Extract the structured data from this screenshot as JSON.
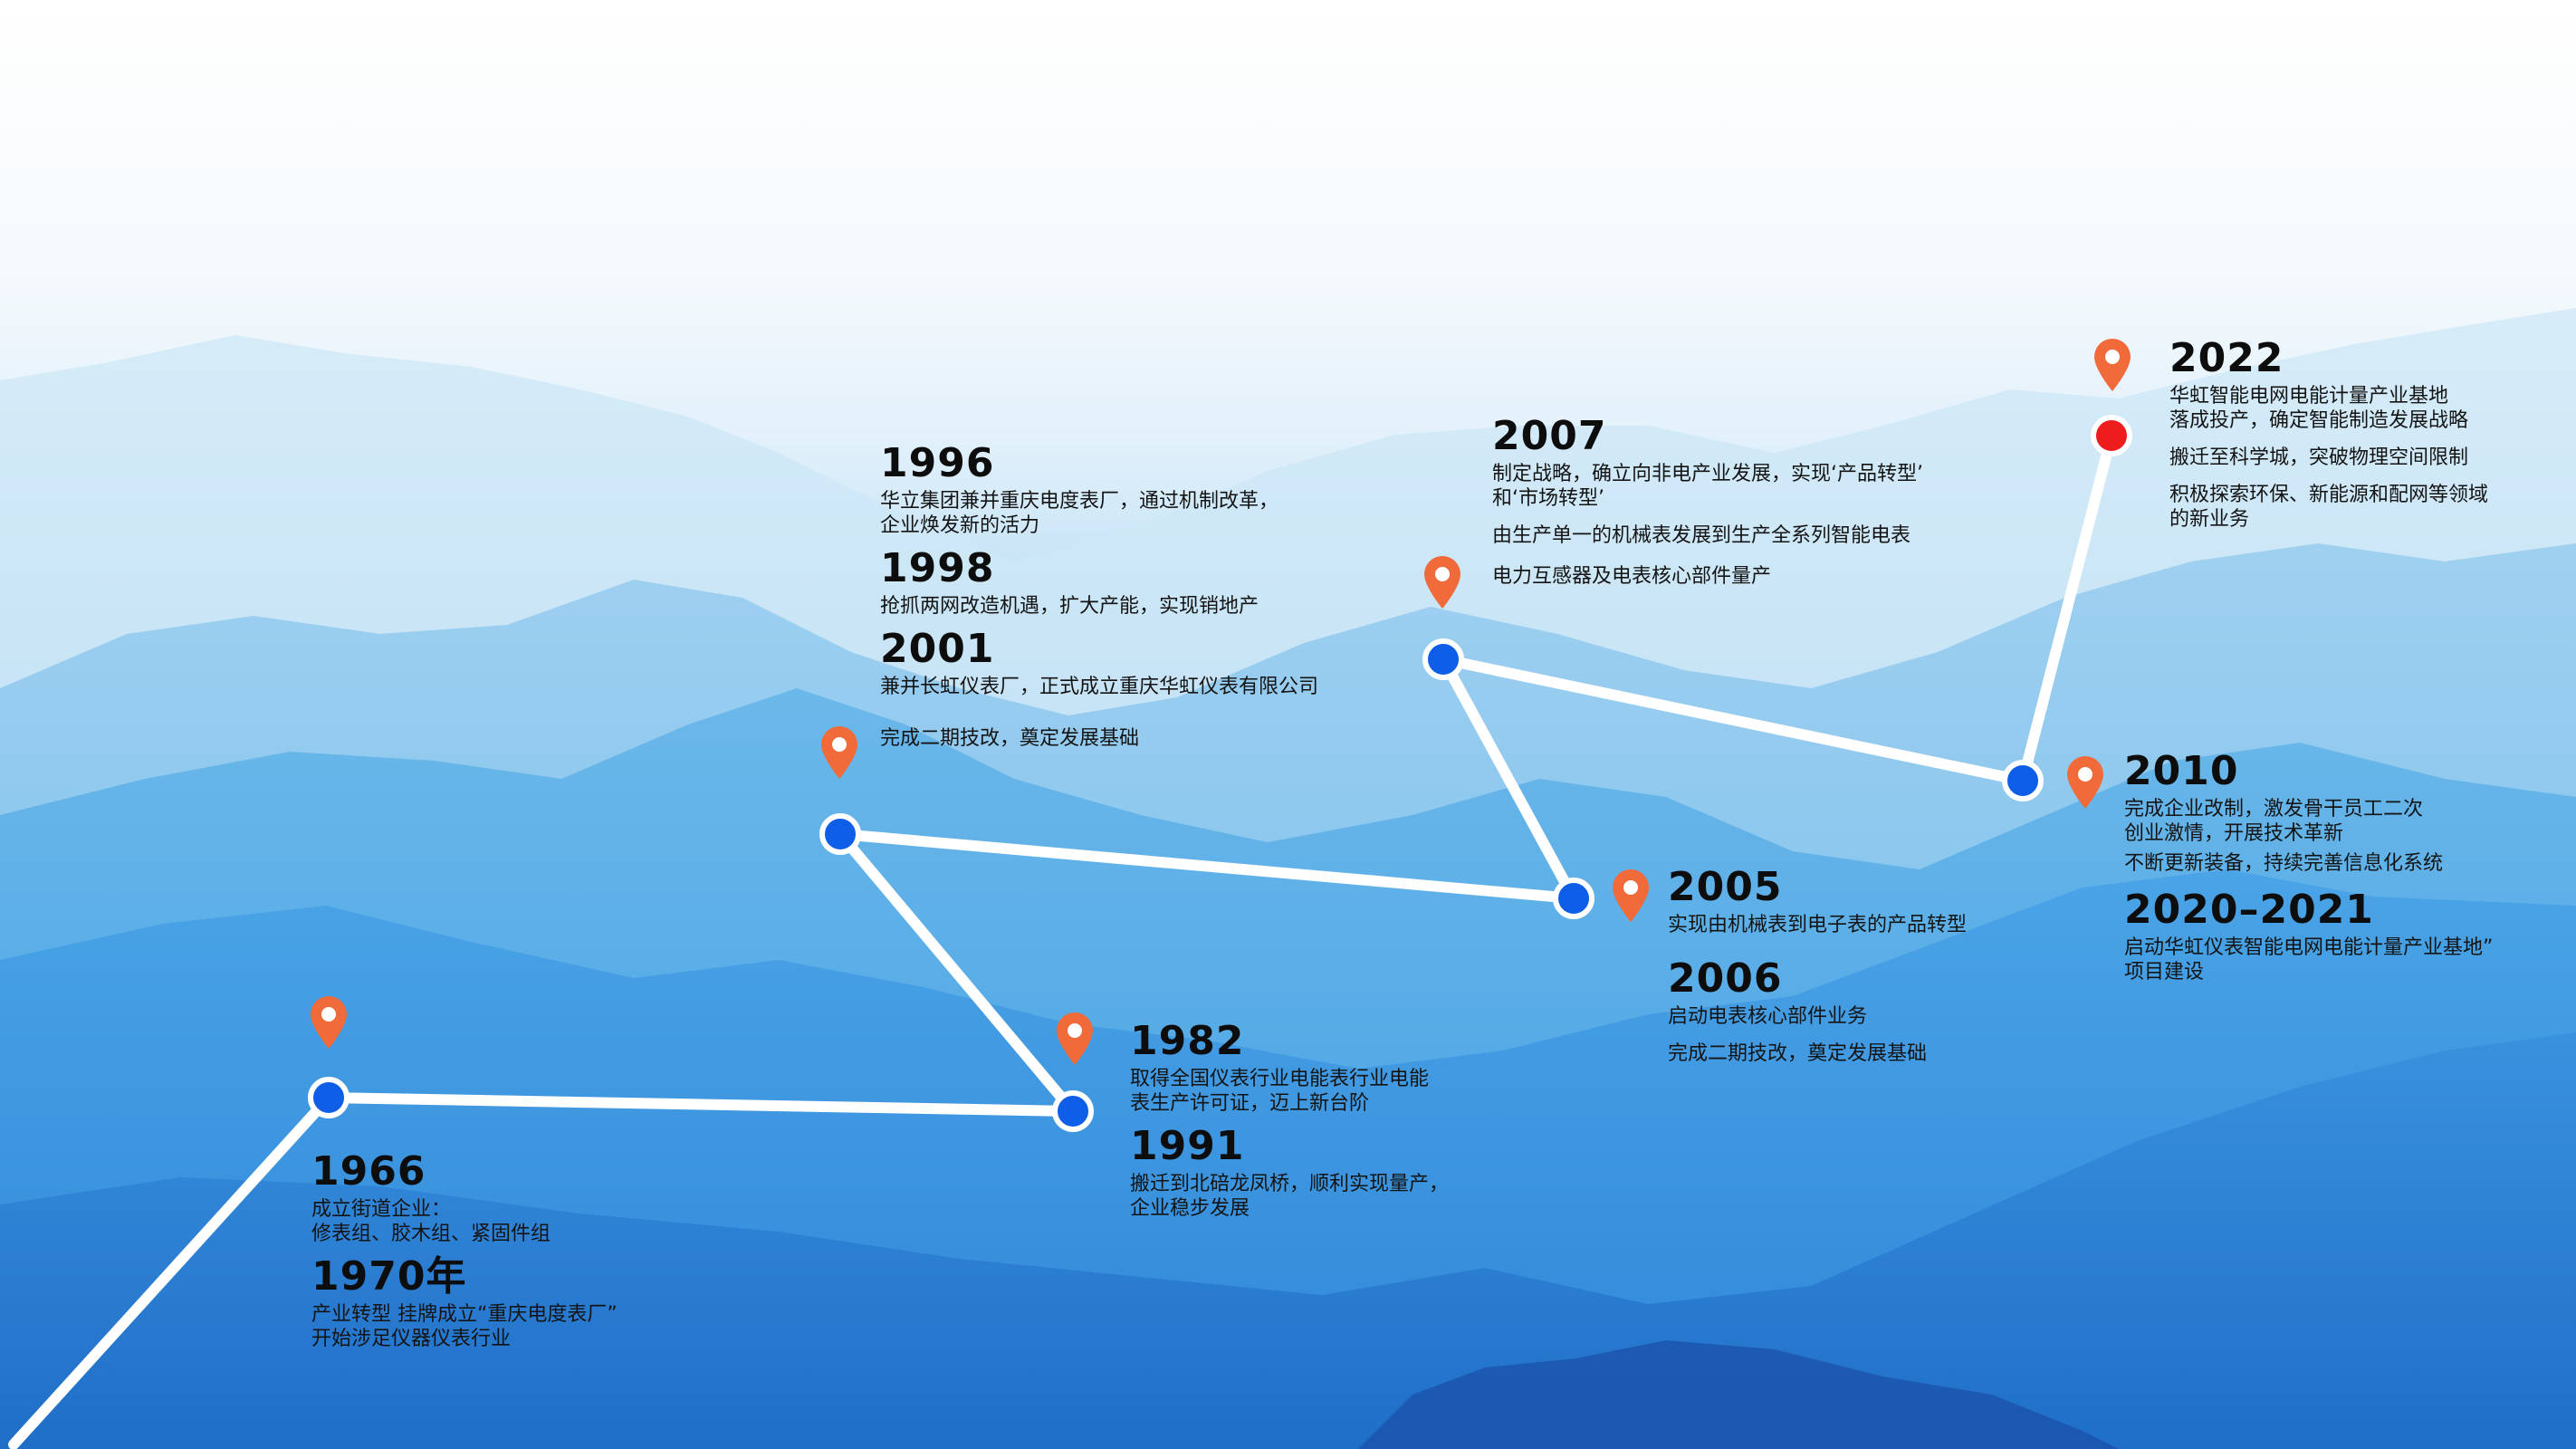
{
  "colors": {
    "route": "#ffffff",
    "node": "#0e5ee8",
    "node_current": "#ee1c1c",
    "pin": "#f06a3a",
    "sky": "#ffffff",
    "mountain": "#2f88d6"
  },
  "icons": {
    "marker": "map-pin-icon"
  },
  "timeline": [
    {
      "id": "m1966",
      "entries": [
        {
          "year": "1966",
          "desc": [
            "成立街道企业：\n修表组、胶木组、紧固件组"
          ]
        },
        {
          "year": "1970年",
          "desc": [
            "产业转型 挂牌成立“重庆电度表厂”\n开始涉足仪器仪表行业"
          ]
        }
      ]
    },
    {
      "id": "m1982",
      "entries": [
        {
          "year": "1982",
          "desc": [
            "取得全国仪表行业电能表行业电能\n表生产许可证，迈上新台阶"
          ]
        },
        {
          "year": "1991",
          "desc": [
            "搬迁到北碚龙凤桥，顺利实现量产，\n企业稳步发展"
          ]
        }
      ]
    },
    {
      "id": "m1996",
      "entries": [
        {
          "year": "1996",
          "desc": [
            "华立集团兼并重庆电度表厂，通过机制改革，\n企业焕发新的活力"
          ]
        },
        {
          "year": "1998",
          "desc": [
            "抢抓两网改造机遇，扩大产能，实现销地产"
          ]
        },
        {
          "year": "2001",
          "desc": [
            "兼并长虹仪表厂，正式成立重庆华虹仪表有限公司",
            "完成二期技改，奠定发展基础"
          ]
        }
      ]
    },
    {
      "id": "m2005",
      "entries": [
        {
          "year": "2005",
          "desc": [
            "实现由机械表到电子表的产品转型"
          ]
        },
        {
          "year": "2006",
          "desc": [
            "启动电表核心部件业务",
            "完成二期技改，奠定发展基础"
          ]
        }
      ]
    },
    {
      "id": "m2007",
      "entries": [
        {
          "year": "2007",
          "desc": [
            "制定战略，确立向非电产业发展，实现‘产品转型’\n和‘市场转型’",
            "由生产单一的机械表发展到生产全系列智能电表",
            "电力互感器及电表核心部件量产"
          ]
        }
      ]
    },
    {
      "id": "m2010",
      "entries": [
        {
          "year": "2010",
          "desc": [
            "完成企业改制，激发骨干员工二次\n创业激情，开展技术革新",
            "不断更新装备，持续完善信息化系统"
          ]
        },
        {
          "year": "2020–2021",
          "desc": [
            "启动华虹仪表智能电网电能计量产业基地”\n项目建设"
          ]
        }
      ]
    },
    {
      "id": "m2022",
      "entries": [
        {
          "year": "2022",
          "desc": [
            "华虹智能电网电能计量产业基地\n落成投产，确定智能制造发展战略",
            "搬迁至科学城，突破物理空间限制",
            "积极探索环保、新能源和配网等领域\n的新业务"
          ]
        }
      ]
    }
  ]
}
